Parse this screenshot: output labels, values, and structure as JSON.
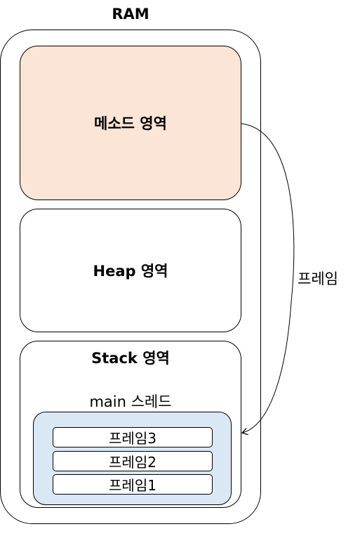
{
  "ram": {
    "title": "RAM"
  },
  "regions": {
    "method_area": {
      "label": "메소드 영역",
      "color": "#fbe5d6"
    },
    "heap_area": {
      "label": "Heap 영역"
    },
    "stack_area": {
      "label": "Stack 영역",
      "thread": {
        "label": "main 스레드",
        "color": "#dae7f4",
        "frames": [
          "프레임3",
          "프레임2",
          "프레임1"
        ]
      }
    }
  },
  "arrow": {
    "label": "프레임"
  }
}
